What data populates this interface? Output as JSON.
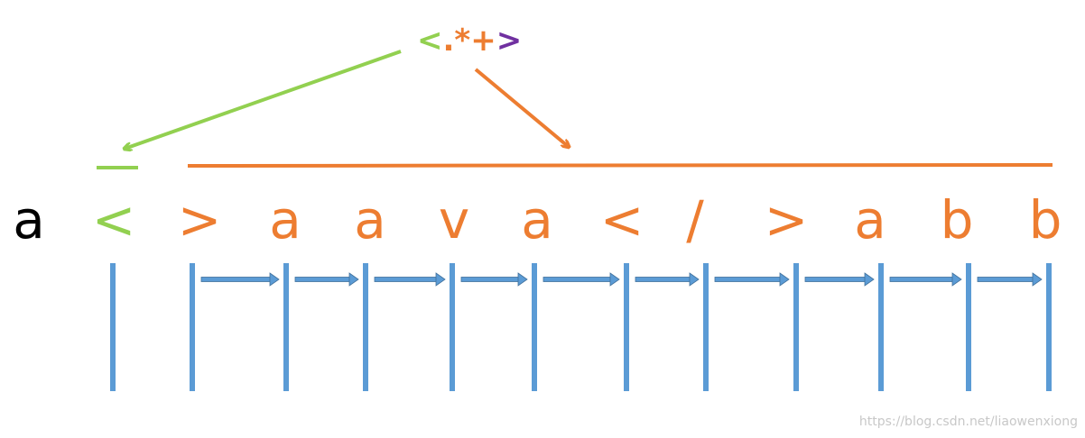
{
  "colors": {
    "green": "#92d050",
    "orange": "#ed7d31",
    "purple": "#7030a0",
    "black": "#000000",
    "blue": "#5b9bd5",
    "blue_dark": "#41719c",
    "watermark": "#c8c8c8"
  },
  "regex": {
    "parts": [
      {
        "text": "<",
        "color": "green"
      },
      {
        "text": ".*+",
        "color": "orange"
      },
      {
        "text": ">",
        "color": "purple"
      }
    ]
  },
  "string": {
    "chars": [
      {
        "text": "a",
        "color": "black"
      },
      {
        "text": "<",
        "color": "green"
      },
      {
        "text": ">",
        "color": "orange"
      },
      {
        "text": "a",
        "color": "orange"
      },
      {
        "text": "a",
        "color": "orange"
      },
      {
        "text": "v",
        "color": "orange"
      },
      {
        "text": "a",
        "color": "orange"
      },
      {
        "text": "<",
        "color": "orange"
      },
      {
        "text": "/",
        "color": "orange"
      },
      {
        "text": ">",
        "color": "orange"
      },
      {
        "text": "a",
        "color": "orange"
      },
      {
        "text": "b",
        "color": "orange"
      },
      {
        "text": "b",
        "color": "orange"
      }
    ]
  },
  "watermark": "https://blog.csdn.net/liaowenxiong"
}
